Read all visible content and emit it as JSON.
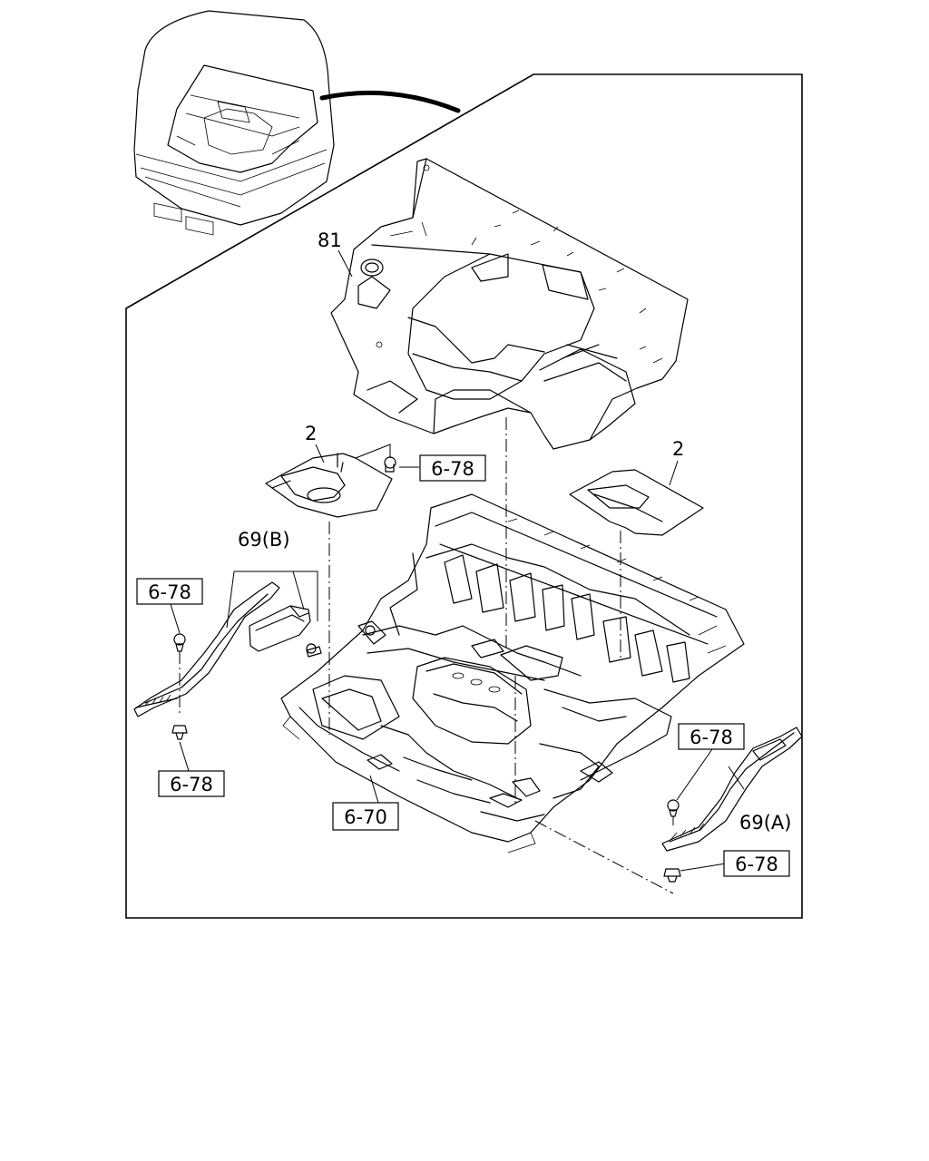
{
  "callouts": {
    "part_81": "81",
    "part_2_left": "2",
    "part_2_right": "2",
    "part_69b": "69(B)",
    "part_69a": "69(A)",
    "ref_6_78_center": "6-78",
    "ref_6_78_left_top": "6-78",
    "ref_6_78_left_bottom": "6-78",
    "ref_6_78_right_top": "6-78",
    "ref_6_78_right_bottom": "6-78",
    "ref_6_70": "6-70"
  },
  "colors": {
    "ink": "#000000",
    "paper": "#ffffff"
  }
}
